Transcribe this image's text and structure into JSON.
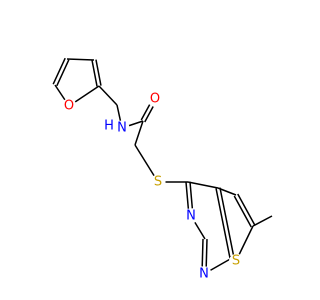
{
  "molecule": {
    "atom_colors": {
      "O": "#ff0000",
      "N": "#0000ff",
      "S": "#c8a000",
      "H": "#0000ff"
    },
    "atoms": [
      {
        "id": "a1",
        "element": "O",
        "label": "O"
      },
      {
        "id": "a2",
        "element": "C",
        "label": ""
      },
      {
        "id": "a3",
        "element": "C",
        "label": ""
      },
      {
        "id": "a4",
        "element": "C",
        "label": ""
      },
      {
        "id": "a5",
        "element": "C",
        "label": ""
      },
      {
        "id": "a6",
        "element": "C",
        "label": ""
      },
      {
        "id": "a7",
        "element": "N",
        "label": "N"
      },
      {
        "id": "a7h",
        "element": "H",
        "label": "H"
      },
      {
        "id": "a8",
        "element": "C",
        "label": ""
      },
      {
        "id": "a9",
        "element": "O",
        "label": "O"
      },
      {
        "id": "a10",
        "element": "C",
        "label": ""
      },
      {
        "id": "a11",
        "element": "S",
        "label": "S"
      },
      {
        "id": "a12",
        "element": "C",
        "label": ""
      },
      {
        "id": "a13",
        "element": "N",
        "label": "N"
      },
      {
        "id": "a14",
        "element": "C",
        "label": ""
      },
      {
        "id": "a15",
        "element": "N",
        "label": "N"
      },
      {
        "id": "a16",
        "element": "C",
        "label": ""
      },
      {
        "id": "a17",
        "element": "C",
        "label": ""
      },
      {
        "id": "a18",
        "element": "C",
        "label": ""
      },
      {
        "id": "a19",
        "element": "C",
        "label": ""
      },
      {
        "id": "a20",
        "element": "S",
        "label": "S"
      },
      {
        "id": "a21",
        "element": "C",
        "label": ""
      }
    ],
    "bonds": [
      {
        "from": "a1",
        "to": "a2",
        "order": 1
      },
      {
        "from": "a2",
        "to": "a3",
        "order": 2
      },
      {
        "from": "a3",
        "to": "a4",
        "order": 1
      },
      {
        "from": "a4",
        "to": "a5",
        "order": 2
      },
      {
        "from": "a5",
        "to": "a1",
        "order": 1
      },
      {
        "from": "a5",
        "to": "a6",
        "order": 1
      },
      {
        "from": "a6",
        "to": "a7",
        "order": 1
      },
      {
        "from": "a7",
        "to": "a8",
        "order": 1
      },
      {
        "from": "a8",
        "to": "a9",
        "order": 2
      },
      {
        "from": "a8",
        "to": "a10",
        "order": 1
      },
      {
        "from": "a10",
        "to": "a11",
        "order": 1
      },
      {
        "from": "a11",
        "to": "a12",
        "order": 1
      },
      {
        "from": "a12",
        "to": "a13",
        "order": 2
      },
      {
        "from": "a13",
        "to": "a14",
        "order": 1
      },
      {
        "from": "a14",
        "to": "a15",
        "order": 2
      },
      {
        "from": "a15",
        "to": "a16",
        "order": 1
      },
      {
        "from": "a16",
        "to": "a17",
        "order": 2
      },
      {
        "from": "a17",
        "to": "a12",
        "order": 1
      },
      {
        "from": "a17",
        "to": "a18",
        "order": 1
      },
      {
        "from": "a18",
        "to": "a19",
        "order": 2
      },
      {
        "from": "a19",
        "to": "a20",
        "order": 1
      },
      {
        "from": "a20",
        "to": "a16",
        "order": 1
      },
      {
        "from": "a19",
        "to": "a21",
        "order": 1
      }
    ]
  }
}
